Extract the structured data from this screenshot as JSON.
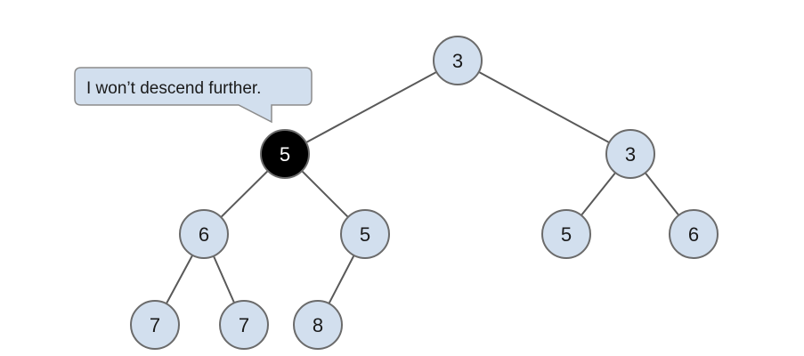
{
  "callout": {
    "text": "I won’t descend further."
  },
  "colors": {
    "node_fill": "#d2dfee",
    "node_stroke": "#6b6b6b",
    "node_text": "#1a1a1a",
    "highlight_fill": "#000000",
    "highlight_text": "#ffffff",
    "edge": "#595959",
    "callout_fill": "#d2dfee",
    "callout_stroke": "#8c8c8c"
  },
  "nodes": [
    {
      "id": "root",
      "label": "3",
      "highlighted": false
    },
    {
      "id": "left",
      "label": "5",
      "highlighted": true
    },
    {
      "id": "right",
      "label": "3",
      "highlighted": false
    },
    {
      "id": "left-left",
      "label": "6",
      "highlighted": false
    },
    {
      "id": "left-right",
      "label": "5",
      "highlighted": false
    },
    {
      "id": "right-left",
      "label": "5",
      "highlighted": false
    },
    {
      "id": "right-right",
      "label": "6",
      "highlighted": false
    },
    {
      "id": "left-left-left",
      "label": "7",
      "highlighted": false
    },
    {
      "id": "left-left-right",
      "label": "7",
      "highlighted": false
    },
    {
      "id": "left-right-left",
      "label": "8",
      "highlighted": false
    }
  ],
  "edges": [
    {
      "from": "root",
      "to": "left"
    },
    {
      "from": "root",
      "to": "right"
    },
    {
      "from": "left",
      "to": "left-left"
    },
    {
      "from": "left",
      "to": "left-right"
    },
    {
      "from": "right",
      "to": "right-left"
    },
    {
      "from": "right",
      "to": "right-right"
    },
    {
      "from": "left-left",
      "to": "left-left-left"
    },
    {
      "from": "left-left",
      "to": "left-left-right"
    },
    {
      "from": "left-right",
      "to": "left-right-left"
    }
  ]
}
